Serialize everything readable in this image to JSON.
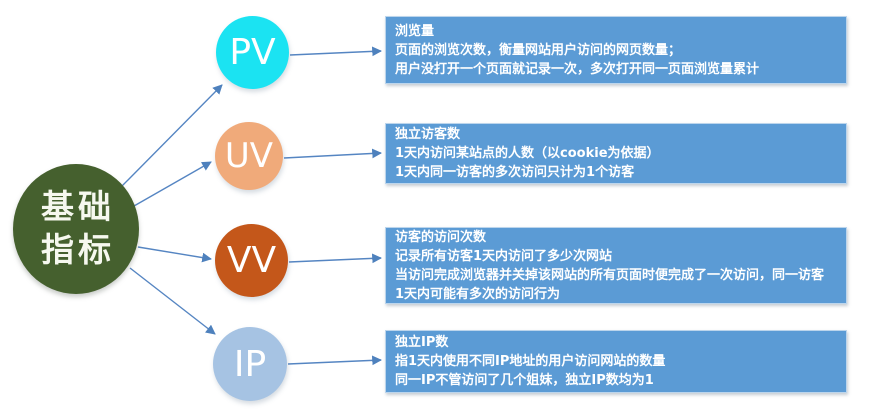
{
  "diagram": {
    "center": {
      "label_line1": "基础",
      "label_line2": "指标"
    },
    "nodes": [
      {
        "id": "pv",
        "label": "PV",
        "box_title": "浏览量",
        "box_lines": [
          "页面的浏览次数，衡量网站用户访问的网页数量；",
          "用户没打开一个页面就记录一次，多次打开同一页面浏览量累计"
        ]
      },
      {
        "id": "uv",
        "label": "UV",
        "box_title": "独立访客数",
        "box_lines": [
          "1天内访问某站点的人数（以cookie为依据）",
          "1天内同一访客的多次访问只计为1个访客"
        ]
      },
      {
        "id": "vv",
        "label": "VV",
        "box_title": "访客的访问次数",
        "box_lines": [
          "记录所有访客1天内访问了多少次网站",
          "当访问完成浏览器并关掉该网站的所有页面时便完成了一次访问，同一访客",
          "1天内可能有多次的访问行为"
        ]
      },
      {
        "id": "ip",
        "label": "IP",
        "box_title": "独立IP数",
        "box_lines": [
          "指1天内使用不同IP地址的用户访问网站的数量",
          "同一IP不管访问了几个姐妹，独立IP数均为1"
        ]
      }
    ],
    "colors": {
      "center_circle": "#45602e",
      "pv_circle": "#1be3f2",
      "uv_circle": "#f0aa7a",
      "vv_circle": "#c4571a",
      "ip_circle": "#a6c3e3",
      "info_box": "#5b9bd5",
      "arrow": "#5585c2"
    }
  }
}
